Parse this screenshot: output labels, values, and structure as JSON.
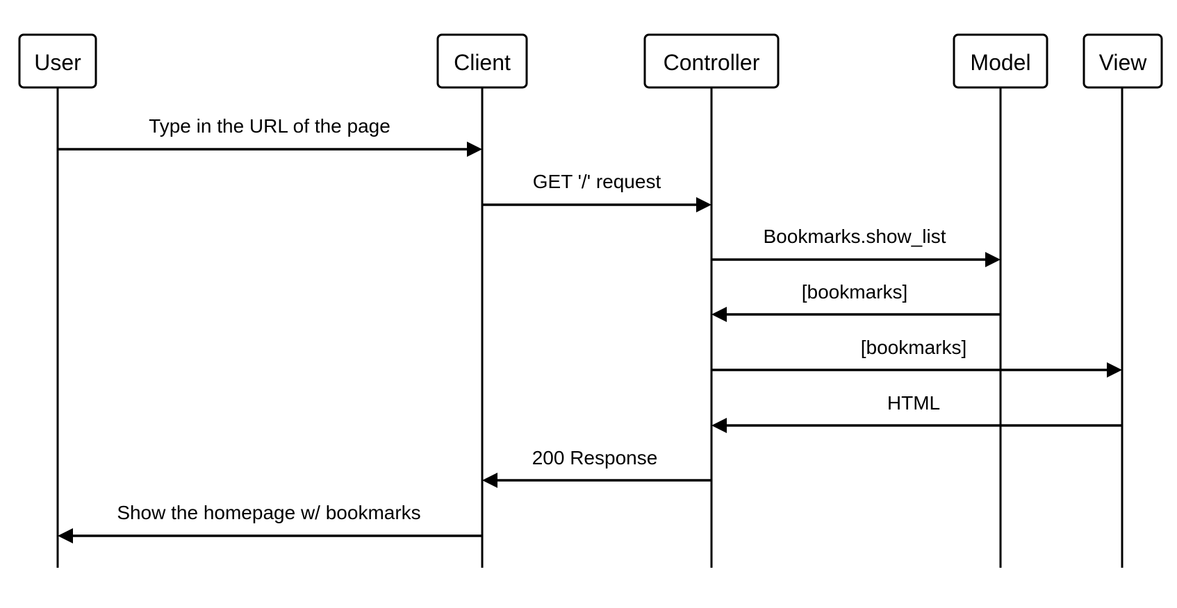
{
  "participants": [
    {
      "id": "user",
      "label": "User"
    },
    {
      "id": "client",
      "label": "Client"
    },
    {
      "id": "controller",
      "label": "Controller"
    },
    {
      "id": "model",
      "label": "Model"
    },
    {
      "id": "view",
      "label": "View"
    }
  ],
  "messages": [
    {
      "from": "user",
      "to": "client",
      "label": "Type in the URL of the page"
    },
    {
      "from": "client",
      "to": "controller",
      "label": "GET '/' request"
    },
    {
      "from": "controller",
      "to": "model",
      "label": "Bookmarks.show_list"
    },
    {
      "from": "model",
      "to": "controller",
      "label": "[bookmarks]"
    },
    {
      "from": "controller",
      "to": "view",
      "label": "[bookmarks]"
    },
    {
      "from": "view",
      "to": "controller",
      "label": "HTML"
    },
    {
      "from": "controller",
      "to": "client",
      "label": "200 Response"
    },
    {
      "from": "client",
      "to": "user",
      "label": "Show the homepage w/ bookmarks"
    }
  ]
}
